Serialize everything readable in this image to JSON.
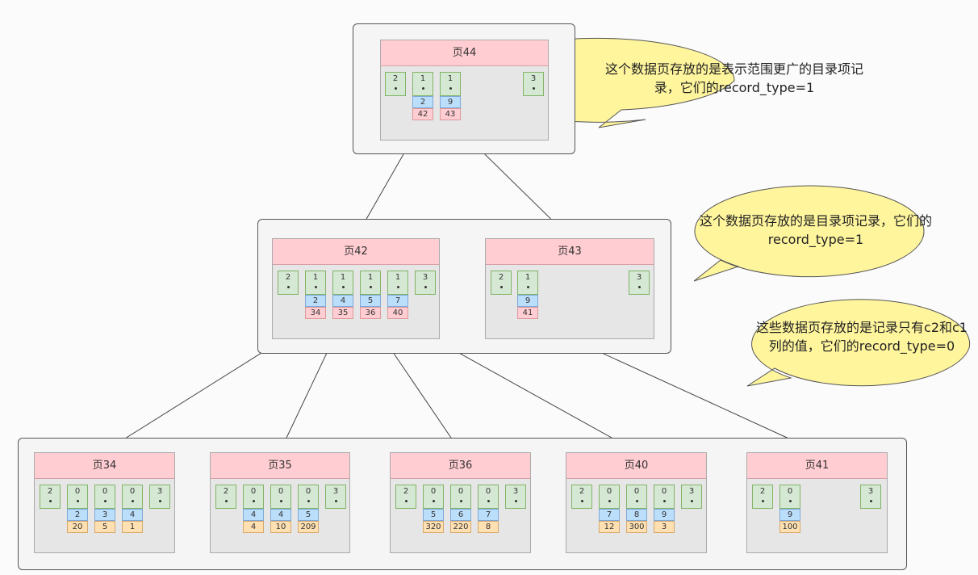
{
  "root_page": {
    "title": "页44",
    "records": [
      {
        "type": "2"
      },
      {
        "type": "1",
        "key": "2",
        "ptr": "42"
      },
      {
        "type": "1",
        "key": "9",
        "ptr": "43"
      },
      {
        "type": "3"
      }
    ]
  },
  "middle_pages": [
    {
      "title": "页42",
      "records": [
        {
          "type": "2"
        },
        {
          "type": "1",
          "key": "2",
          "ptr": "34"
        },
        {
          "type": "1",
          "key": "4",
          "ptr": "35"
        },
        {
          "type": "1",
          "key": "5",
          "ptr": "36"
        },
        {
          "type": "1",
          "key": "7",
          "ptr": "40"
        },
        {
          "type": "3"
        }
      ]
    },
    {
      "title": "页43",
      "records": [
        {
          "type": "2"
        },
        {
          "type": "1",
          "key": "9",
          "ptr": "41"
        },
        {
          "type": "3"
        }
      ]
    }
  ],
  "leaf_pages": [
    {
      "title": "页34",
      "records": [
        {
          "type": "2"
        },
        {
          "type": "0",
          "key": "2",
          "val": "20"
        },
        {
          "type": "0",
          "key": "3",
          "val": "5"
        },
        {
          "type": "0",
          "key": "4",
          "val": "1"
        },
        {
          "type": "3"
        }
      ]
    },
    {
      "title": "页35",
      "records": [
        {
          "type": "2"
        },
        {
          "type": "0",
          "key": "4",
          "val": "4"
        },
        {
          "type": "0",
          "key": "4",
          "val": "10"
        },
        {
          "type": "0",
          "key": "5",
          "val": "209"
        },
        {
          "type": "3"
        }
      ]
    },
    {
      "title": "页36",
      "records": [
        {
          "type": "2"
        },
        {
          "type": "0",
          "key": "5",
          "val": "320"
        },
        {
          "type": "0",
          "key": "6",
          "val": "220"
        },
        {
          "type": "0",
          "key": "7",
          "val": "8"
        },
        {
          "type": "3"
        }
      ]
    },
    {
      "title": "页40",
      "records": [
        {
          "type": "2"
        },
        {
          "type": "0",
          "key": "7",
          "val": "12"
        },
        {
          "type": "0",
          "key": "8",
          "val": "300"
        },
        {
          "type": "0",
          "key": "9",
          "val": "3"
        },
        {
          "type": "3"
        }
      ]
    },
    {
      "title": "页41",
      "records": [
        {
          "type": "2"
        },
        {
          "type": "0",
          "key": "9",
          "val": "100"
        },
        {
          "type": "3"
        }
      ]
    }
  ],
  "callouts": {
    "root": "这个数据页存放的是表示范围更广的目录项记录，它们的record_type=1",
    "middle": "这个数据页存放的是目录项记录，它们的record_type=1",
    "leaf": "这些数据页存放的是记录只有c2和c1列的值，它们的record_type=0"
  },
  "colors": {
    "record_box": "#d5e8d4",
    "key_cell": "#bbdefb",
    "pointer_cell": "#ffcdd2",
    "value_cell": "#ffe0b2",
    "callout_fill": "#fff59d"
  }
}
